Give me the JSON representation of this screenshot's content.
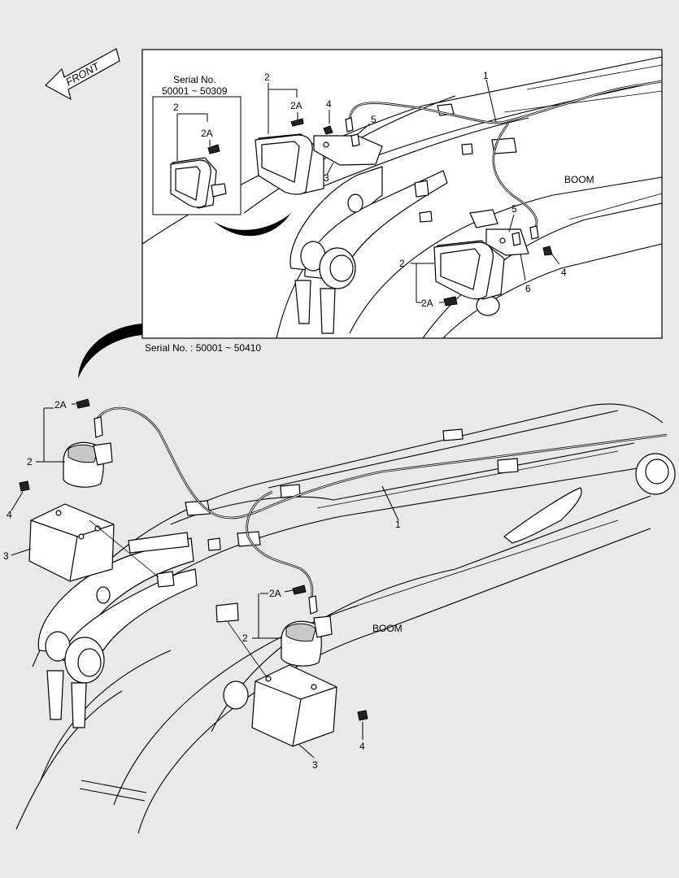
{
  "diagram": {
    "front_label": "FRONT",
    "inset": {
      "serial_box_title_line1": "Serial No.",
      "serial_box_title_line2": "50001 ~ 50309",
      "serial_caption": "Serial No. : 50001 ~ 50410",
      "boom_label": "BOOM",
      "callouts": {
        "c1": "1",
        "c2_top": "2",
        "c2a_top": "2A",
        "c3_top": "3",
        "c4_top": "4",
        "c5_top": "5",
        "c2_box": "2",
        "c2a_box": "2A",
        "c2_right": "2",
        "c2a_right": "2A",
        "c4_right": "4",
        "c5_right": "5",
        "c6_right": "6"
      }
    },
    "main": {
      "boom_label": "BOOM",
      "callouts": {
        "c1": "1",
        "c2a_left": "2A",
        "c2_left": "2",
        "c4_left": "4",
        "c3_left": "3",
        "c2a_mid": "2A",
        "c2_mid": "2",
        "c4_mid": "4",
        "c3_mid": "3"
      }
    }
  }
}
